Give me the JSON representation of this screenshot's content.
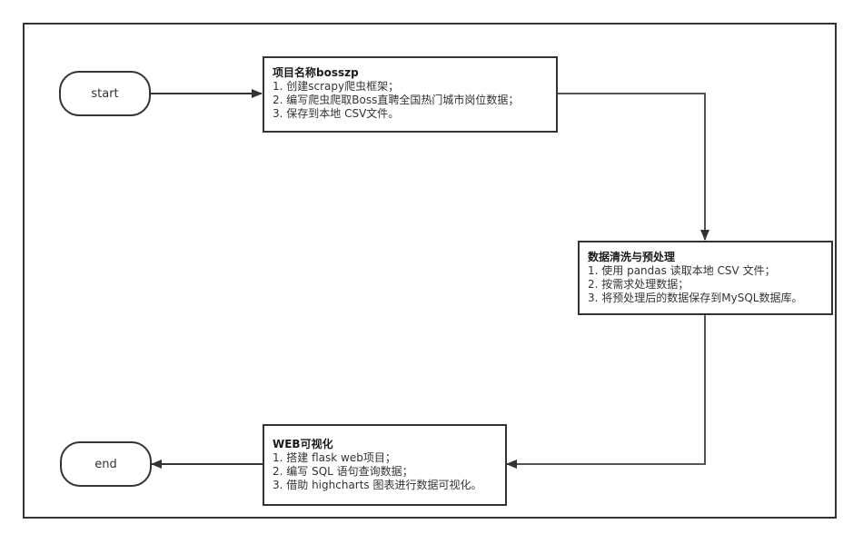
{
  "diagram": {
    "type": "flowchart",
    "colors": {
      "stroke": "#333333",
      "text": "#333333",
      "background": "#ffffff"
    },
    "terminals": {
      "start": {
        "label": "start"
      },
      "end": {
        "label": "end"
      }
    },
    "steps": [
      {
        "title": "项目名称bosszp",
        "items": [
          "1. 创建scrapy爬虫框架；",
          "2. 编写爬虫爬取Boss直聘全国热门城市岗位数据；",
          "3. 保存到本地 CSV文件。"
        ]
      },
      {
        "title": "数据清洗与预处理",
        "items": [
          "1. 使用 pandas 读取本地 CSV 文件；",
          "2. 按需求处理数据；",
          "3. 将预处理后的数据保存到MySQL数据库。"
        ]
      },
      {
        "title": "WEB可视化",
        "items": [
          "1. 搭建 flask web项目；",
          "2. 编写 SQL 语句查询数据；",
          "3. 借助 highcharts 图表进行数据可视化。"
        ]
      }
    ],
    "edges": [
      {
        "from": "start",
        "to": "step-1"
      },
      {
        "from": "step-1",
        "to": "step-2"
      },
      {
        "from": "step-2",
        "to": "step-3"
      },
      {
        "from": "step-3",
        "to": "end"
      }
    ]
  }
}
